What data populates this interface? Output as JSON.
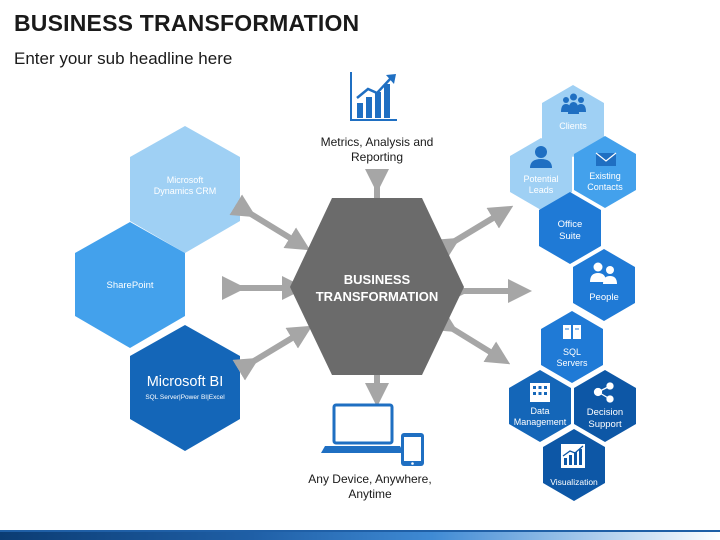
{
  "header": {
    "title": "BUSINESS TRANSFORMATION",
    "subtitle": "Enter your sub headline here"
  },
  "center": {
    "line1": "BUSINESS",
    "line2": "TRANSFORMATION"
  },
  "top_node": {
    "line1": "Metrics, Analysis and",
    "line2": "Reporting",
    "icon": "bar-chart-icon"
  },
  "bottom_node": {
    "line1": "Any Device, Anywhere,",
    "line2": "Anytime",
    "icon": "laptop-tablet-icon"
  },
  "left_hexes": {
    "dynamics": {
      "line1": "Microsoft",
      "line2": "Dynamics CRM"
    },
    "sharepoint": {
      "label": "SharePoint"
    },
    "bi": {
      "title": "Microsoft BI",
      "sub": "SQL Server|Power BI|Excel"
    }
  },
  "right_hexes": {
    "clients": {
      "label": "Clients",
      "icon": "group-icon"
    },
    "potential": {
      "line1": "Potential",
      "line2": "Leads",
      "icon": "person-icon"
    },
    "existing": {
      "line1": "Existing",
      "line2": "Contacts",
      "icon": "envelope-icon"
    },
    "office": {
      "line1": "Office",
      "line2": "Suite"
    },
    "people": {
      "label": "People",
      "icon": "people-icon"
    },
    "sql": {
      "line1": "SQL",
      "line2": "Servers",
      "icon": "server-icon"
    },
    "data": {
      "line1": "Data",
      "line2": "Management",
      "icon": "building-icon"
    },
    "decision": {
      "line1": "Decision",
      "line2": "Support",
      "icon": "network-icon"
    },
    "visual": {
      "label": "Visualization",
      "icon": "chart-icon"
    }
  },
  "colors": {
    "center": "#6b6b6b",
    "arrow": "#a6a6a6",
    "pale_blue": "#9fd0f4",
    "light_blue": "#43a1ec",
    "mid_blue": "#1f7ad6",
    "dark_blue": "#1466b8",
    "navy": "#0d57a6",
    "icon_blue": "#1f6fc2"
  }
}
